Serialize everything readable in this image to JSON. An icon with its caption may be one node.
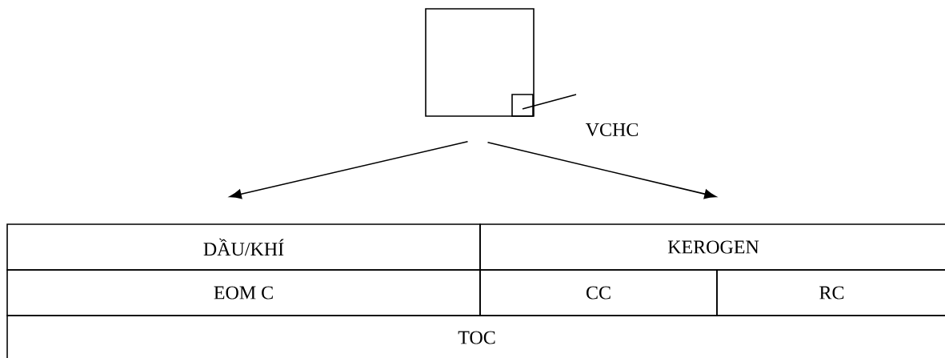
{
  "diagram": {
    "nodes": [
      {
        "text": [],
        "shape": "box"
      },
      {
        "text": [],
        "shape": "box",
        "in": 0
      },
      {
        "text": [
          "VCHC"
        ]
      },
      {
        "text": [
          "DẦU/KHÍ"
        ]
      },
      {
        "text": [
          "KEROGEN"
        ]
      },
      {
        "text": [
          "EOM C"
        ]
      },
      {
        "text": [
          "CC"
        ]
      },
      {
        "text": [
          "RC"
        ]
      },
      {
        "text": [
          "TOC"
        ]
      }
    ],
    "edges": [
      {
        "from": 0,
        "to": 3,
        "arrow": "to"
      },
      {
        "from": 0,
        "to": 4,
        "arrow": "to"
      },
      {
        "from": 2,
        "to": 1,
        "arrow": "none"
      }
    ]
  }
}
